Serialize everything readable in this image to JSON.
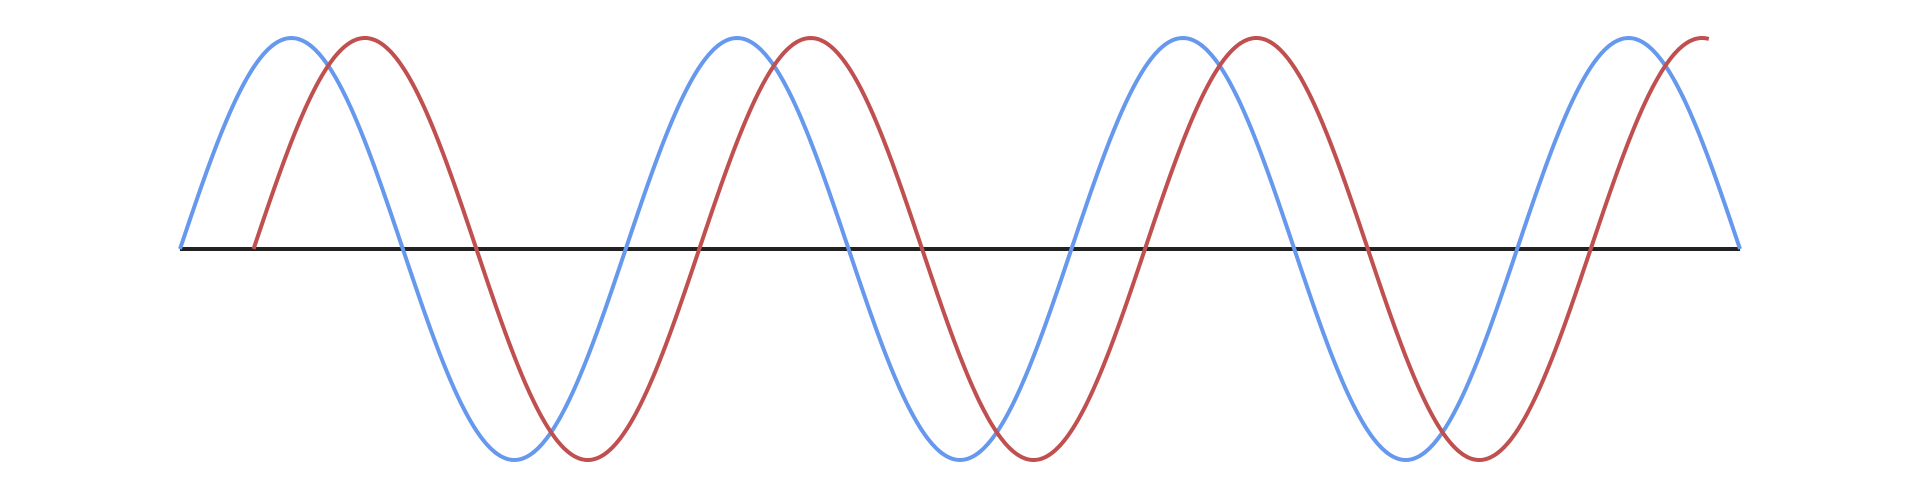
{
  "chart_data": {
    "type": "line",
    "title": "",
    "xlabel": "",
    "ylabel": "",
    "grid": false,
    "legend": "none",
    "xlim": [
      0,
      7
    ],
    "ylim": [
      -1,
      1
    ],
    "baseline": 0,
    "series": [
      {
        "color": "#6699ee",
        "function": "sin",
        "amplitude": 1,
        "period": 2,
        "phase_shift": 0,
        "x_start": 0,
        "x_end": 7
      },
      {
        "color": "#c05050",
        "function": "sin",
        "amplitude": 1,
        "period": 2,
        "phase_shift": 0.33,
        "x_start": 0.33,
        "x_end": 6.86
      }
    ],
    "axis_color": "#222222"
  }
}
